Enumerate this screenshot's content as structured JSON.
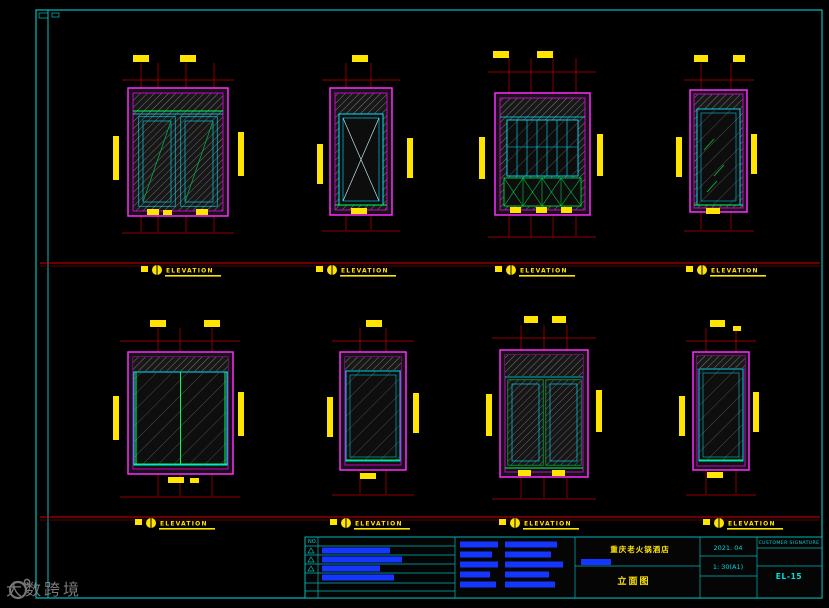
{
  "labels": {
    "elevation": "ELEVATION"
  },
  "title_block": {
    "no_header": "NO.",
    "project": "重庆老火锅酒店",
    "drawing": "立面图",
    "date": "2021. 04",
    "scale": "1: 30(A1)",
    "signature": "CUSTOMER SIGNATURE",
    "sheet_no": "EL-15"
  },
  "watermark": {
    "text": "大数跨境"
  },
  "colors": {
    "frame_magenta": "#ff2bff",
    "inner_magenta": "#cc00cc",
    "cyan": "#00e5ff",
    "yellow": "#ffe400",
    "green": "#00ff55",
    "cabinet_green": "#00cc44",
    "dim_red": "#c00000",
    "divider_red": "#d40000",
    "blue_bar": "#1436ff",
    "table_line": "#00b8b8",
    "watermark_gray": "#8f8f8f"
  }
}
